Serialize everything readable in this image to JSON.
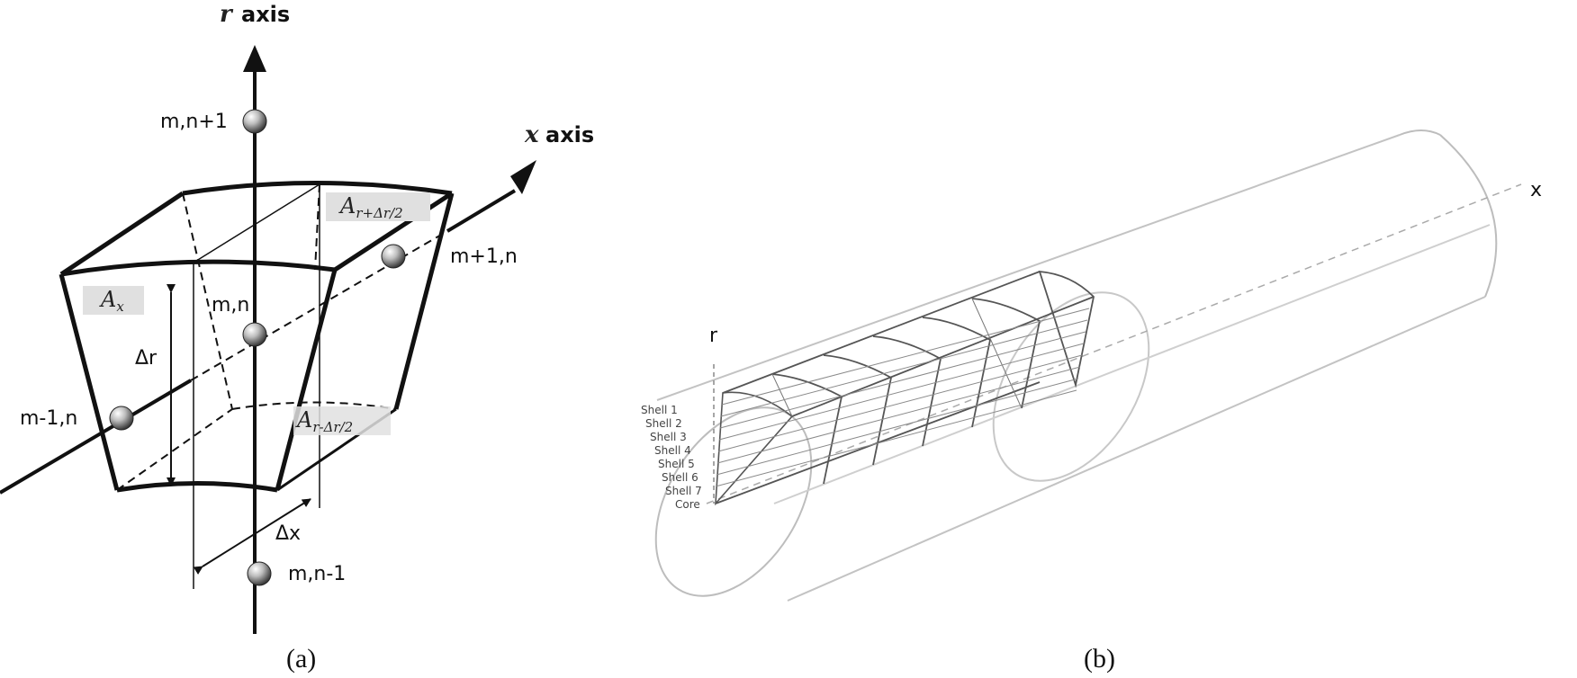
{
  "panel_a": {
    "caption": "(a)",
    "r_axis": {
      "symbol": "r",
      "word": "axis"
    },
    "x_axis": {
      "symbol": "x",
      "word": "axis"
    },
    "nodes": {
      "top": "m,n+1",
      "center": "m,n",
      "right": "m+1,n",
      "left": "m-1,n",
      "bottom": "m,n-1"
    },
    "areas": {
      "ax_main": "A",
      "ax_sub": "x",
      "top_main": "A",
      "top_sub": "r+Δr/2",
      "bottom_main": "A",
      "bottom_sub": "r-Δr/2"
    },
    "delta_r": "Δr",
    "delta_x": "Δx"
  },
  "panel_b": {
    "caption": "(b)",
    "r_label": "r",
    "x_label": "x",
    "shells": [
      "Shell 1",
      "Shell 2",
      "Shell 3",
      "Shell 4",
      "Shell 5",
      "Shell 6",
      "Shell 7",
      "Core"
    ]
  }
}
